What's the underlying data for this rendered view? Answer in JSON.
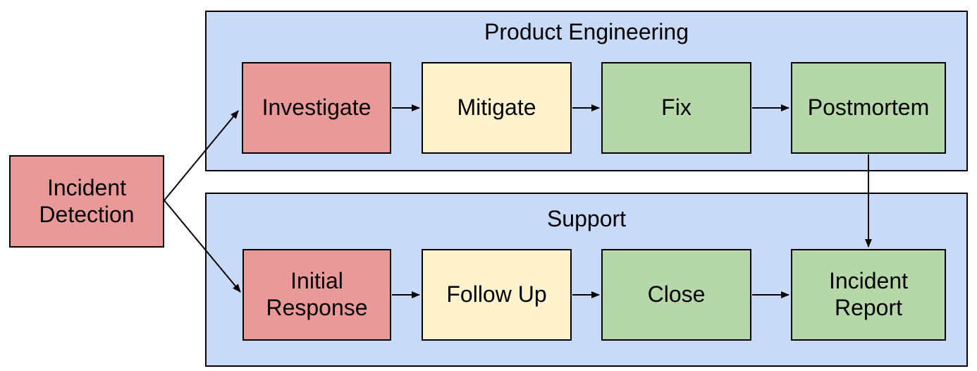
{
  "diagram": {
    "background": "#ffffff",
    "border_color": "#000000",
    "text_color": "#000000",
    "lane_fill": "#c9daf8",
    "node_colors": {
      "red": "#ea9999",
      "yellow": "#fff2cc",
      "green": "#b6d7a8"
    },
    "start_node": {
      "id": "incident-detection",
      "label": "Incident Detection",
      "fill": "#ea9999"
    },
    "lanes": [
      {
        "id": "product-engineering",
        "title": "Product Engineering",
        "fill": "#c9daf8",
        "nodes": [
          {
            "id": "investigate",
            "label": "Investigate",
            "fill": "#ea9999"
          },
          {
            "id": "mitigate",
            "label": "Mitigate",
            "fill": "#fff2cc"
          },
          {
            "id": "fix",
            "label": "Fix",
            "fill": "#b6d7a8"
          },
          {
            "id": "postmortem",
            "label": "Postmortem",
            "fill": "#b6d7a8"
          }
        ]
      },
      {
        "id": "support",
        "title": "Support",
        "fill": "#c9daf8",
        "nodes": [
          {
            "id": "initial-response",
            "label": "Initial Response",
            "fill": "#ea9999"
          },
          {
            "id": "follow-up",
            "label": "Follow Up",
            "fill": "#fff2cc"
          },
          {
            "id": "close",
            "label": "Close",
            "fill": "#b6d7a8"
          },
          {
            "id": "incident-report",
            "label": "Incident Report",
            "fill": "#b6d7a8"
          }
        ]
      }
    ],
    "edges": [
      {
        "from": "Incident Detection",
        "to": "Investigate"
      },
      {
        "from": "Incident Detection",
        "to": "Initial Response"
      },
      {
        "from": "Investigate",
        "to": "Mitigate"
      },
      {
        "from": "Mitigate",
        "to": "Fix"
      },
      {
        "from": "Fix",
        "to": "Postmortem"
      },
      {
        "from": "Postmortem",
        "to": "Incident Report"
      },
      {
        "from": "Initial Response",
        "to": "Follow Up"
      },
      {
        "from": "Follow Up",
        "to": "Close"
      },
      {
        "from": "Close",
        "to": "Incident Report"
      }
    ]
  }
}
